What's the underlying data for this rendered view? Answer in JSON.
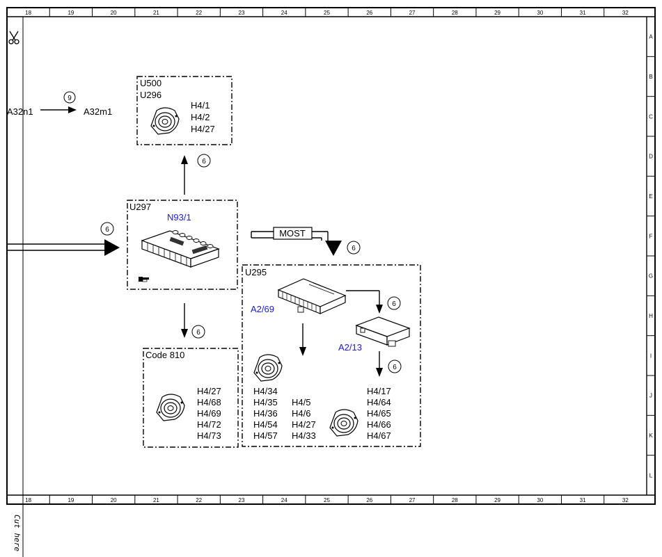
{
  "ruler": {
    "columns": [
      "18",
      "19",
      "20",
      "21",
      "22",
      "23",
      "24",
      "25",
      "26",
      "27",
      "28",
      "29",
      "30",
      "31",
      "32"
    ],
    "rows": [
      "A",
      "B",
      "C",
      "D",
      "E",
      "F",
      "G",
      "H",
      "I",
      "J",
      "K",
      "L"
    ]
  },
  "cut_here": "Cut here",
  "ref_top_left": {
    "from": "A32n1",
    "to": "A32m1",
    "circle": "9"
  },
  "box_u500": {
    "label1": "U500",
    "label2": "U296",
    "items": [
      "H4/1",
      "H4/2",
      "H4/27"
    ]
  },
  "box_u297": {
    "label": "U297",
    "module": "N93/1"
  },
  "box_code810": {
    "label": "Code 810",
    "items": [
      "H4/27",
      "H4/68",
      "H4/69",
      "H4/72",
      "H4/73"
    ]
  },
  "box_u295": {
    "label": "U295",
    "module1": "A2/69",
    "module2": "A2/13",
    "col1": [
      "H4/34",
      "H4/35",
      "H4/36",
      "H4/54",
      "H4/57"
    ],
    "col2": [
      "H4/5",
      "H4/6",
      "H4/27",
      "H4/33"
    ],
    "col3": [
      "H4/17",
      "H4/64",
      "H4/65",
      "H4/66",
      "H4/67"
    ]
  },
  "most_label": "MOST",
  "circles": {
    "up": "6",
    "left_in": "6",
    "down_code": "6",
    "most": "6",
    "a213": "6",
    "down_right": "6"
  }
}
